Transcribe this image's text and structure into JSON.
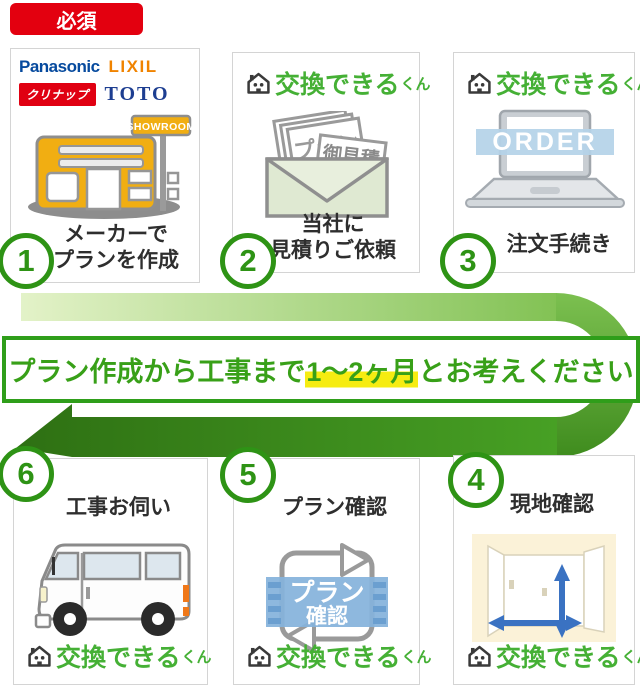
{
  "required_badge": "必須",
  "brand": {
    "name": "交換できる",
    "suffix": "くん"
  },
  "manufacturers": [
    "Panasonic",
    "LIXIL",
    "クリナップ",
    "TOTO"
  ],
  "steps": [
    {
      "number": "1",
      "label_line1": "メーカーで",
      "label_line2": "プランを作成"
    },
    {
      "number": "2",
      "label_line1": "当社に",
      "label_line2": "見積りご依頼"
    },
    {
      "number": "3",
      "label": "注文手続き"
    },
    {
      "number": "4",
      "label": "現地確認"
    },
    {
      "number": "5",
      "label": "プラン確認"
    },
    {
      "number": "6",
      "label": "工事お伺い"
    }
  ],
  "notice": {
    "pre": "プラン作成から工事まで",
    "highlight": "1～2ヶ月",
    "post": "とお考えください"
  },
  "illustrations": {
    "showroom_sign": "SHOWROOM",
    "envelope_doc_back": "プラン",
    "envelope_doc_front": "御見積",
    "laptop_screen": "ORDER",
    "plan_check_line1": "プラン",
    "plan_check_line2": "確認"
  },
  "colors": {
    "required_red": "#e3000f",
    "brand_green": "#45b035",
    "badge_green": "#2e9315",
    "notice_text_green": "#38a018",
    "notice_border_green": "#2f9e1a",
    "highlight_yellow": "#f6ec11",
    "band_light_green": "#dff0c0",
    "band_dark_green": "#2e7013",
    "curve_green": "#4aa32a",
    "building_yellow": "#f1ae12",
    "measure_blue": "#3a72c2",
    "panasonic_blue": "#064a9e",
    "lixil_orange": "#f08300",
    "cleanup_red": "#e00012",
    "toto_blue": "#1d3e91"
  }
}
